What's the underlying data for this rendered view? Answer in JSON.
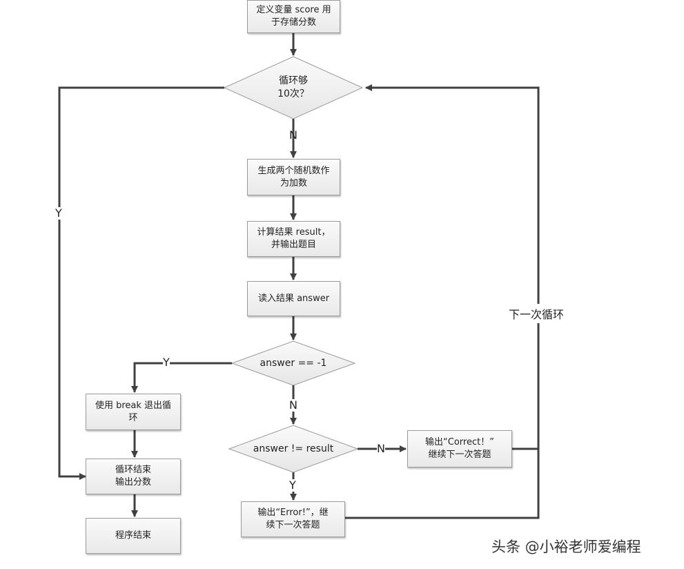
{
  "nodes": {
    "define_score": "定义变量 score 用\n于存储分数",
    "loop_check": "循环够\n10次？",
    "generate": "生成两个随机数作\n为加数",
    "compute": "计算结果 result，\n并输出题目",
    "read_answer": "读入结果 answer",
    "check_exit": "answer == -1",
    "break_loop": "使用 break 退出循\n环",
    "check_result": "answer != result",
    "correct": "输出“Correct！”\n继续下一次答题",
    "error": "输出“Error!”，继\n续下一次答题",
    "loop_end": "循环结束\n输出分数",
    "program_end": "程序结束"
  },
  "edge_labels": {
    "loop_no": "N",
    "loop_yes": "Y",
    "exit_yes": "Y",
    "exit_no": "N",
    "result_no": "N",
    "result_yes": "Y",
    "next_loop": "下一次循环"
  },
  "watermark": "头条 @小裕老师爱编程",
  "colors": {
    "line": "#404040",
    "box_border": "#9a9a9a",
    "box_fill": "#f2f2f2"
  }
}
